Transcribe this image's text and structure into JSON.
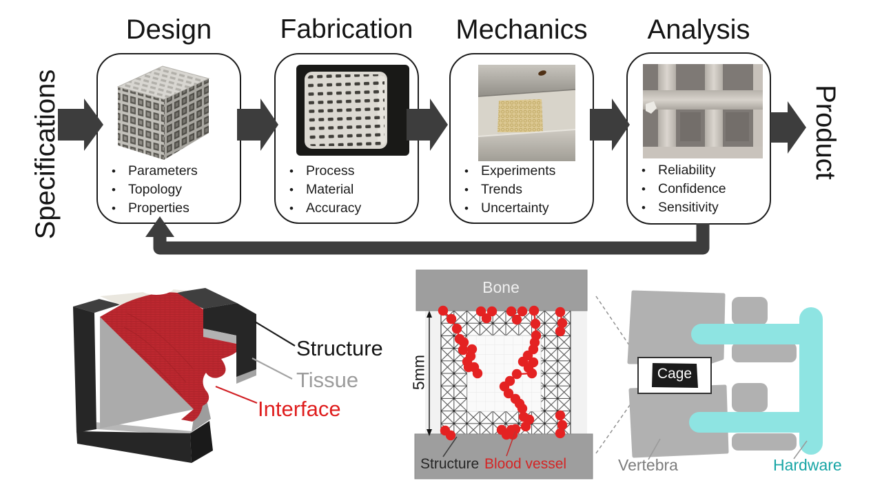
{
  "flow": {
    "input": "Specifications",
    "output": "Product",
    "stages": [
      {
        "title": "Design",
        "image": "lattice-cube-render",
        "bullets": [
          "Parameters",
          "Topology",
          "Properties"
        ]
      },
      {
        "title": "Fabrication",
        "image": "printed-lattice-photo",
        "bullets": [
          "Process",
          "Material",
          "Accuracy"
        ]
      },
      {
        "title": "Mechanics",
        "image": "compression-test-photo",
        "bullets": [
          "Experiments",
          "Trends",
          "Uncertainty"
        ]
      },
      {
        "title": "Analysis",
        "image": "lattice-closeup-photo",
        "bullets": [
          "Reliability",
          "Confidence",
          "Sensitivity"
        ]
      }
    ]
  },
  "interface_model": {
    "structure_label": "Structure",
    "tissue_label": "Tissue",
    "interface_label": "Interface"
  },
  "lattice_diagram": {
    "bone_label": "Bone",
    "dimension": "5mm",
    "structure_label": "Structure",
    "vessel_label": "Blood vessel"
  },
  "spine_diagram": {
    "cage_label": "Cage",
    "vertebra_label": "Vertebra",
    "hardware_label": "Hardware"
  },
  "colors": {
    "arrow_dark": "#3d3d3d",
    "red_accent": "#e02020",
    "bone_gray": "#9e9e9e",
    "vertebra_gray": "#b1b1b1",
    "hardware_cyan": "#8ee4e2",
    "hardware_text": "#17a5a5",
    "tissue_gray": "#9b9b9b"
  }
}
